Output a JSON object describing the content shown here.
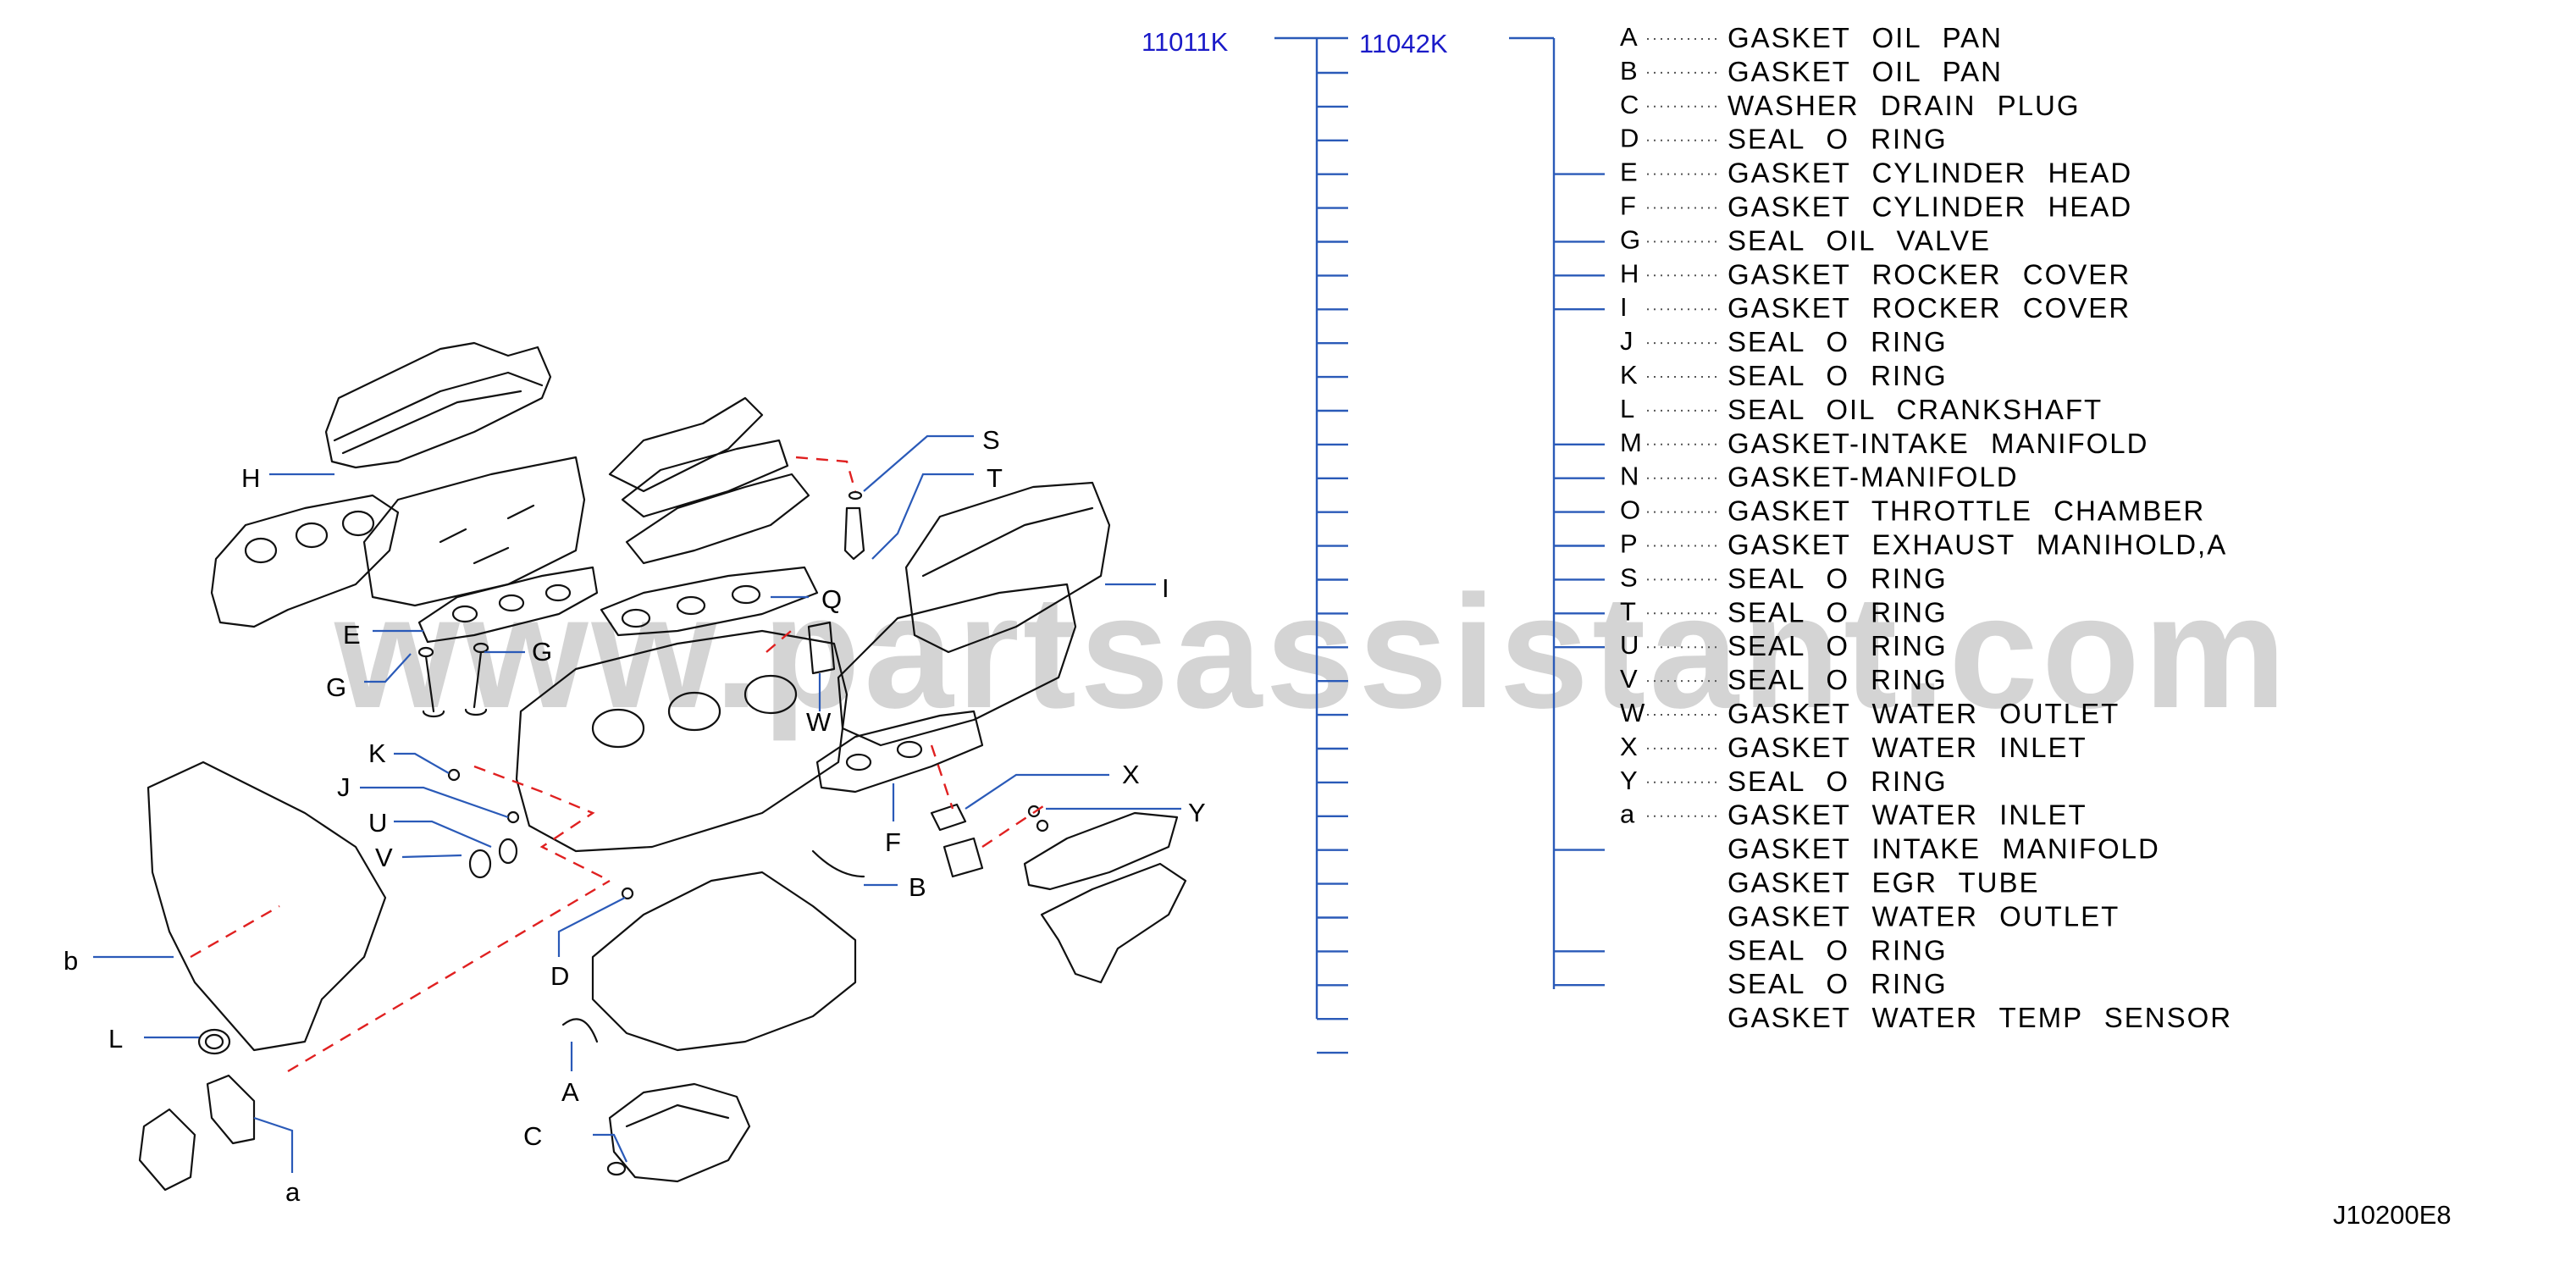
{
  "watermark": "www.partsassistant.com",
  "codes": {
    "kit_a": "11011K",
    "kit_b": "11042K"
  },
  "parts": [
    {
      "letter": "A",
      "desc": "GASKET OIL PAN"
    },
    {
      "letter": "B",
      "desc": "GASKET OIL PAN"
    },
    {
      "letter": "C",
      "desc": "WASHER DRAIN PLUG"
    },
    {
      "letter": "D",
      "desc": "SEAL O RING"
    },
    {
      "letter": "E",
      "desc": "GASKET CYLINDER HEAD"
    },
    {
      "letter": "F",
      "desc": "GASKET CYLINDER HEAD"
    },
    {
      "letter": "G",
      "desc": "SEAL OIL VALVE"
    },
    {
      "letter": "H",
      "desc": "GASKET ROCKER COVER"
    },
    {
      "letter": "I",
      "desc": "GASKET ROCKER COVER"
    },
    {
      "letter": "J",
      "desc": "SEAL O RING"
    },
    {
      "letter": "K",
      "desc": "SEAL O RING"
    },
    {
      "letter": "L",
      "desc": "SEAL OIL CRANKSHAFT"
    },
    {
      "letter": "M",
      "desc": "GASKET-INTAKE MANIFOLD"
    },
    {
      "letter": "N",
      "desc": "GASKET-MANIFOLD"
    },
    {
      "letter": "O",
      "desc": "GASKET THROTTLE CHAMBER"
    },
    {
      "letter": "P",
      "desc": "GASKET EXHAUST MANIHOLD,A"
    },
    {
      "letter": "S",
      "desc": "SEAL O RING"
    },
    {
      "letter": "T",
      "desc": "SEAL O RING"
    },
    {
      "letter": "U",
      "desc": "SEAL O RING"
    },
    {
      "letter": "V",
      "desc": "SEAL O RING"
    },
    {
      "letter": "W",
      "desc": "GASKET WATER OUTLET"
    },
    {
      "letter": "X",
      "desc": "GASKET WATER INLET"
    },
    {
      "letter": "Y",
      "desc": "SEAL O RING"
    },
    {
      "letter": "a",
      "desc": "GASKET WATER INLET"
    },
    {
      "letter": "",
      "desc": "GASKET INTAKE MANIFOLD"
    },
    {
      "letter": "",
      "desc": "GASKET EGR TUBE"
    },
    {
      "letter": "",
      "desc": "GASKET WATER OUTLET"
    },
    {
      "letter": "",
      "desc": "SEAL O RING"
    },
    {
      "letter": "",
      "desc": "SEAL O RING"
    },
    {
      "letter": "",
      "desc": "GASKET WATER TEMP SENSOR"
    }
  ],
  "callouts": [
    {
      "id": "H",
      "text": "H"
    },
    {
      "id": "E",
      "text": "E"
    },
    {
      "id": "G1",
      "text": "G"
    },
    {
      "id": "G2",
      "text": "G"
    },
    {
      "id": "K",
      "text": "K"
    },
    {
      "id": "J",
      "text": "J"
    },
    {
      "id": "U",
      "text": "U"
    },
    {
      "id": "V",
      "text": "V"
    },
    {
      "id": "b",
      "text": "b"
    },
    {
      "id": "L",
      "text": "L"
    },
    {
      "id": "a",
      "text": "a"
    },
    {
      "id": "D",
      "text": "D"
    },
    {
      "id": "A",
      "text": "A"
    },
    {
      "id": "C",
      "text": "C"
    },
    {
      "id": "S",
      "text": "S"
    },
    {
      "id": "T",
      "text": "T"
    },
    {
      "id": "Q",
      "text": "Q"
    },
    {
      "id": "I",
      "text": "I"
    },
    {
      "id": "W",
      "text": "W"
    },
    {
      "id": "F",
      "text": "F"
    },
    {
      "id": "X",
      "text": "X"
    },
    {
      "id": "Y",
      "text": "Y"
    },
    {
      "id": "B",
      "text": "B"
    }
  ],
  "diagram_code": "J10200E8",
  "colors": {
    "code_text": "#1a1ac8",
    "leader_lines": "#2a5ab8",
    "guide_dashes": "#e02020",
    "watermark": "#d4d4d4"
  }
}
